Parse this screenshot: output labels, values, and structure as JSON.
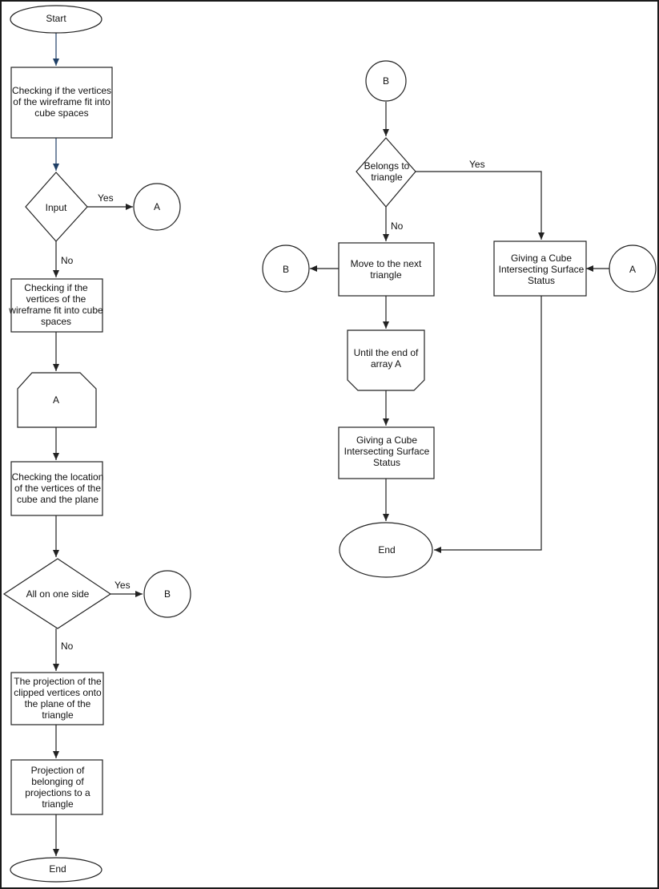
{
  "nodes": [
    {
      "id": "start",
      "lines": [
        "Start"
      ]
    },
    {
      "id": "check_vertices_1",
      "lines": [
        "Checking if the vertices",
        "of the wireframe fit into",
        "cube spaces"
      ]
    },
    {
      "id": "input",
      "lines": [
        "Input"
      ]
    },
    {
      "id": "conn_a_1",
      "lines": [
        "A"
      ]
    },
    {
      "id": "check_vertices_2",
      "lines": [
        "Checking if the",
        "vertices of the",
        "wireframe fit into cube",
        "spaces"
      ]
    },
    {
      "id": "loop_a",
      "lines": [
        "A"
      ]
    },
    {
      "id": "check_location",
      "lines": [
        "Checking the location",
        "of the vertices of the",
        "cube and the plane"
      ]
    },
    {
      "id": "all_one_side",
      "lines": [
        "All on one side"
      ]
    },
    {
      "id": "conn_b_1",
      "lines": [
        "B"
      ]
    },
    {
      "id": "projection_clipped",
      "lines": [
        "The projection of the",
        "clipped vertices onto",
        "the plane of the",
        "triangle"
      ]
    },
    {
      "id": "projection_belonging",
      "lines": [
        "Projection of",
        "belonging of",
        "projections to a",
        "triangle"
      ]
    },
    {
      "id": "end_left",
      "lines": [
        "End"
      ]
    },
    {
      "id": "conn_b_top",
      "lines": [
        "B"
      ]
    },
    {
      "id": "belongs_triangle",
      "lines": [
        "Belongs to",
        "triangle"
      ]
    },
    {
      "id": "conn_b_2",
      "lines": [
        "B"
      ]
    },
    {
      "id": "move_next",
      "lines": [
        "Move to the next",
        "triangle"
      ]
    },
    {
      "id": "until_end",
      "lines": [
        "Until the end of",
        "array A"
      ]
    },
    {
      "id": "giving_status_1",
      "lines": [
        "Giving a Cube",
        "Intersecting Surface",
        "Status"
      ]
    },
    {
      "id": "end_right",
      "lines": [
        "End"
      ]
    },
    {
      "id": "giving_status_2",
      "lines": [
        "Giving a Cube",
        "Intersecting Surface",
        "Status"
      ]
    },
    {
      "id": "conn_a_2",
      "lines": [
        "A"
      ]
    }
  ],
  "edge_labels": {
    "input_yes": "Yes",
    "input_no": "No",
    "all_side_yes": "Yes",
    "all_side_no": "No",
    "belongs_yes": "Yes",
    "belongs_no": "No"
  }
}
